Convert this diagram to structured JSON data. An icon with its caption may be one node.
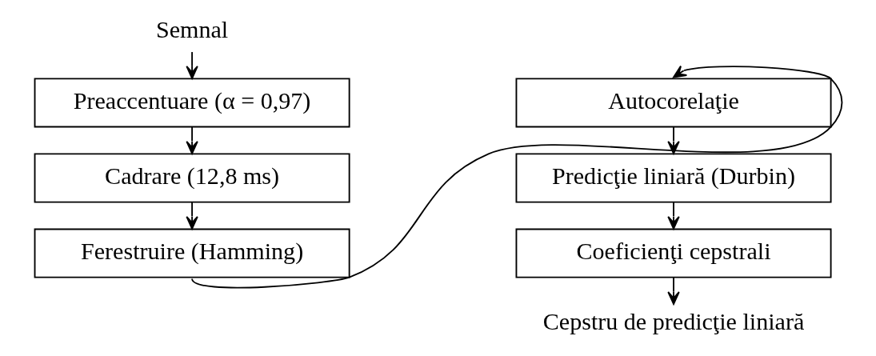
{
  "diagram": {
    "nodes": [
      {
        "text": [
          "Semnal"
        ]
      },
      {
        "text": [
          "Preaccentuare (α = 0,97)"
        ]
      },
      {
        "text": [
          "Cadrare (12,8 ms)"
        ]
      },
      {
        "text": [
          "Ferestruire (Hamming)"
        ]
      },
      {
        "text": [
          "Autocorelaţie"
        ]
      },
      {
        "text": [
          "Predicţie liniară (Durbin)"
        ]
      },
      {
        "text": [
          "Coeficienţi cepstrali"
        ]
      },
      {
        "text": [
          "Cepstru de predicţie liniară"
        ]
      }
    ],
    "edges": [
      {
        "from": 0,
        "to": 1,
        "arrow": "to"
      },
      {
        "from": 1,
        "to": 2,
        "arrow": "to"
      },
      {
        "from": 2,
        "to": 3,
        "arrow": "to"
      },
      {
        "from": 3,
        "to": 4,
        "arrow": "to"
      },
      {
        "from": 4,
        "to": 5,
        "arrow": "to"
      },
      {
        "from": 5,
        "to": 6,
        "arrow": "to"
      },
      {
        "from": 6,
        "to": 7,
        "arrow": "to"
      }
    ]
  }
}
